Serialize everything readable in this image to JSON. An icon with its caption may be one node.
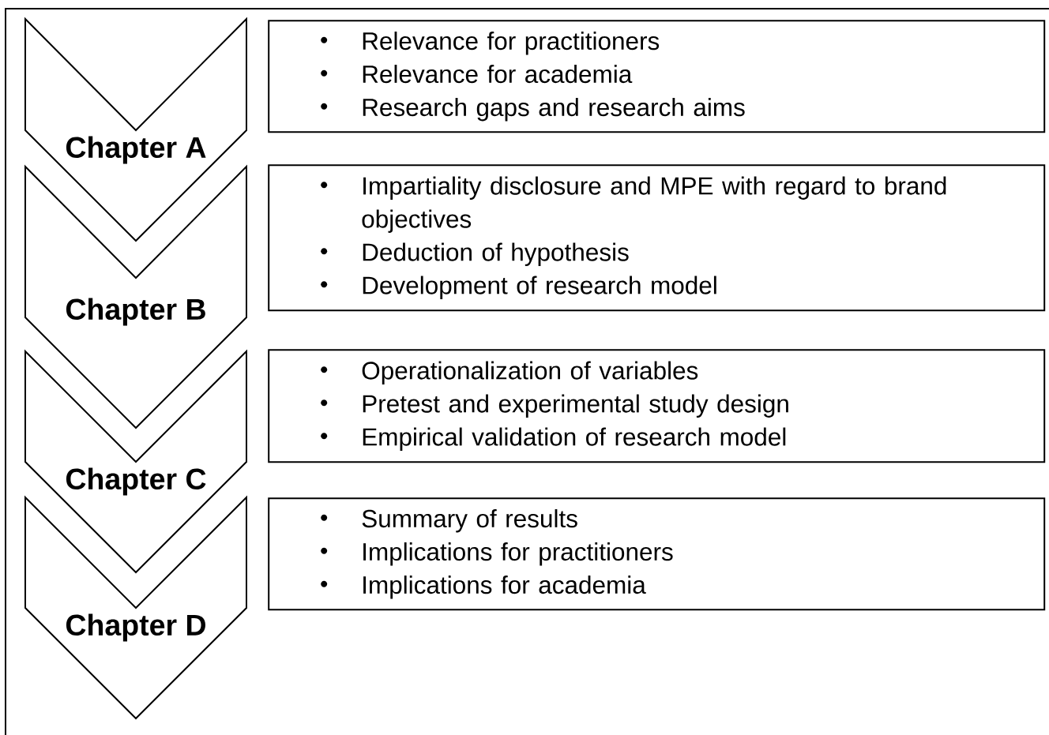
{
  "diagram": {
    "nodes": [
      {
        "text": [
          "Chapter A"
        ]
      },
      {
        "text": [
          "Chapter B"
        ]
      },
      {
        "text": [
          "Chapter C"
        ]
      },
      {
        "text": [
          "Chapter D"
        ]
      },
      {
        "text": [
          "Relevance for practitioners",
          "Relevance for academia",
          "Research gaps and research aims"
        ]
      },
      {
        "text": [
          "Impartiality disclosure and MPE with regard to brand objectives",
          "Deduction of hypothesis",
          "Development of research model"
        ]
      },
      {
        "text": [
          "Operationalization of variables",
          "Pretest and experimental study design",
          "Empirical validation of research model"
        ]
      },
      {
        "text": [
          "Summary of results",
          "Implications for practitioners",
          "Implications for academia"
        ]
      }
    ]
  }
}
